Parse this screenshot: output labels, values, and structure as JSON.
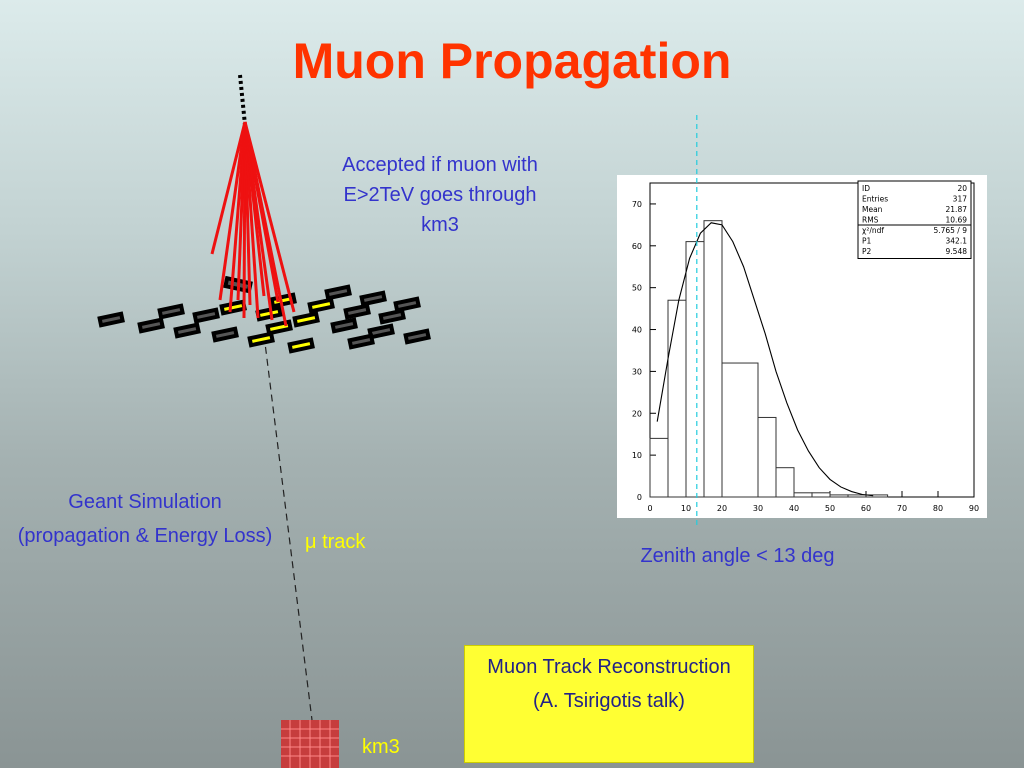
{
  "title": "Muon Propagation",
  "accepted_note": [
    "Accepted if muon with",
    "E>2TeV goes through",
    "km3"
  ],
  "geant": {
    "line1": "Geant Simulation",
    "line2": "(propagation & Energy Loss)"
  },
  "mu_track_label": "μ track",
  "zenith_label": "Zenith angle < 13 deg",
  "km3_label": "km3",
  "recon_box": {
    "line1": "Muon Track Reconstruction",
    "line2": "(A. Tsirigotis talk)"
  },
  "colors": {
    "title": "#ff3300",
    "text": "#3333cc",
    "highlight": "#ffff00",
    "detector_cell": "#ffff00"
  },
  "chart_data": {
    "type": "bar",
    "bin_edges": [
      0,
      5,
      10,
      15,
      20,
      30,
      35,
      40,
      45,
      50,
      55,
      60,
      66
    ],
    "values": [
      14,
      47,
      61,
      66,
      32,
      19,
      7,
      1,
      1,
      0.5,
      0.5,
      0.5
    ],
    "fit_curve_points": [
      [
        2,
        18
      ],
      [
        5,
        33
      ],
      [
        8,
        47
      ],
      [
        11,
        57
      ],
      [
        14,
        63
      ],
      [
        17,
        65.5
      ],
      [
        20,
        65
      ],
      [
        23,
        61
      ],
      [
        26,
        55
      ],
      [
        29,
        47
      ],
      [
        32,
        39
      ],
      [
        35,
        30
      ],
      [
        38,
        22.5
      ],
      [
        41,
        16
      ],
      [
        44,
        11
      ],
      [
        47,
        7
      ],
      [
        50,
        4.2
      ],
      [
        53,
        2.4
      ],
      [
        56,
        1.3
      ],
      [
        59,
        0.6
      ],
      [
        62,
        0.3
      ]
    ],
    "xlim": [
      0,
      90
    ],
    "ylim": [
      0,
      75
    ],
    "xticks": [
      0,
      10,
      20,
      30,
      40,
      50,
      60,
      70,
      80,
      90
    ],
    "yticks": [
      0,
      10,
      20,
      30,
      40,
      50,
      60,
      70
    ],
    "cut_line_x": 13,
    "stats_box": [
      {
        "k": "ID",
        "v": "20"
      },
      {
        "k": "Entries",
        "v": "317"
      },
      {
        "k": "Mean",
        "v": "21.87"
      },
      {
        "k": "RMS",
        "v": "10.69"
      },
      {
        "k": "χ²/ndf",
        "v": "5.765   /   9"
      },
      {
        "k": "P1",
        "v": "342.1"
      },
      {
        "k": "P2",
        "v": "9.548"
      }
    ]
  }
}
